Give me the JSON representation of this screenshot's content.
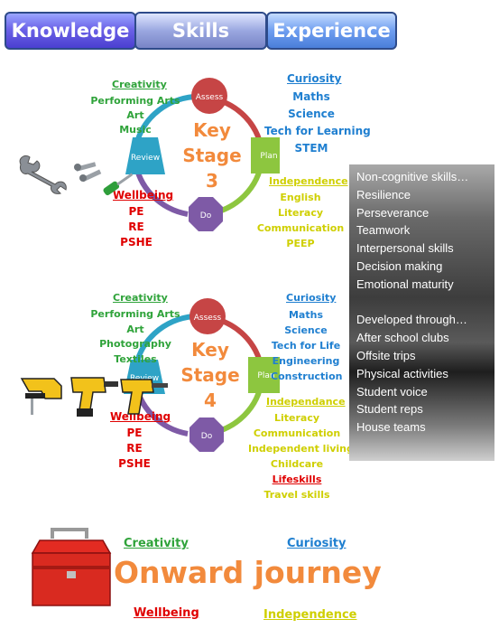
{
  "tabs": {
    "knowledge": "Knowledge",
    "skills": "Skills",
    "experience": "Experience"
  },
  "ks3": {
    "nodes": {
      "assess": "Assess",
      "plan": "Plan",
      "do": "Do",
      "review": "Review"
    },
    "center": [
      "Key",
      "Stage",
      "3"
    ],
    "creativity": {
      "heading": "Creativity",
      "items": [
        "Performing Arts",
        "Art",
        "Music"
      ]
    },
    "curiosity": {
      "heading": "Curiosity",
      "items": [
        "Maths",
        "Science",
        "Tech for Learning",
        "STEM"
      ]
    },
    "independence": {
      "heading": "Independence",
      "items": [
        "English",
        "Literacy",
        "Communication",
        "PEEP"
      ]
    },
    "wellbeing": {
      "heading": "Wellbeing",
      "items": [
        "PE",
        "RE",
        "PSHE"
      ]
    }
  },
  "ks4": {
    "nodes": {
      "assess": "Assess",
      "plan": "Plan",
      "do": "Do",
      "review": "Review"
    },
    "center": [
      "Key",
      "Stage",
      "4"
    ],
    "creativity": {
      "heading": "Creativity",
      "items": [
        "Performing Arts",
        "Art",
        "Photography",
        "Textiles"
      ]
    },
    "curiosity": {
      "heading": "Curiosity",
      "items": [
        "Maths",
        "Science",
        "Tech for Life",
        "Engineering",
        "Construction"
      ]
    },
    "independence": {
      "heading": "Independance",
      "items": [
        "Literacy",
        "Communication",
        "Independent living",
        "Childcare",
        "Lifeskills",
        "Travel skills"
      ]
    },
    "wellbeing": {
      "heading": "Wellbeing",
      "items": [
        "PE",
        "RE",
        "PSHE"
      ]
    }
  },
  "panel": {
    "lines": [
      "Non-cognitive skills…",
      "Resilience",
      "Perseverance",
      "Teamwork",
      "Interpersonal skills",
      "Decision making",
      "Emotional maturity",
      "",
      "Developed through…",
      "After school clubs",
      "Offsite trips",
      "Physical activities",
      "Student voice",
      "Student reps",
      "House teams"
    ]
  },
  "onward": {
    "title": "Onward journey",
    "creativity": "Creativity",
    "curiosity": "Curiosity",
    "wellbeing": "Wellbeing",
    "independence": "Independence"
  },
  "colors": {
    "assess": "#c64545",
    "plan": "#8dc63f",
    "do": "#7e5aa6",
    "review": "#2ea3c6",
    "center": "#f28a3c"
  },
  "icons": [
    "wrench-icon",
    "bolts-icon",
    "screwdriver-icon",
    "jigsaw-icon",
    "drill-icon",
    "toolbox-icon"
  ]
}
